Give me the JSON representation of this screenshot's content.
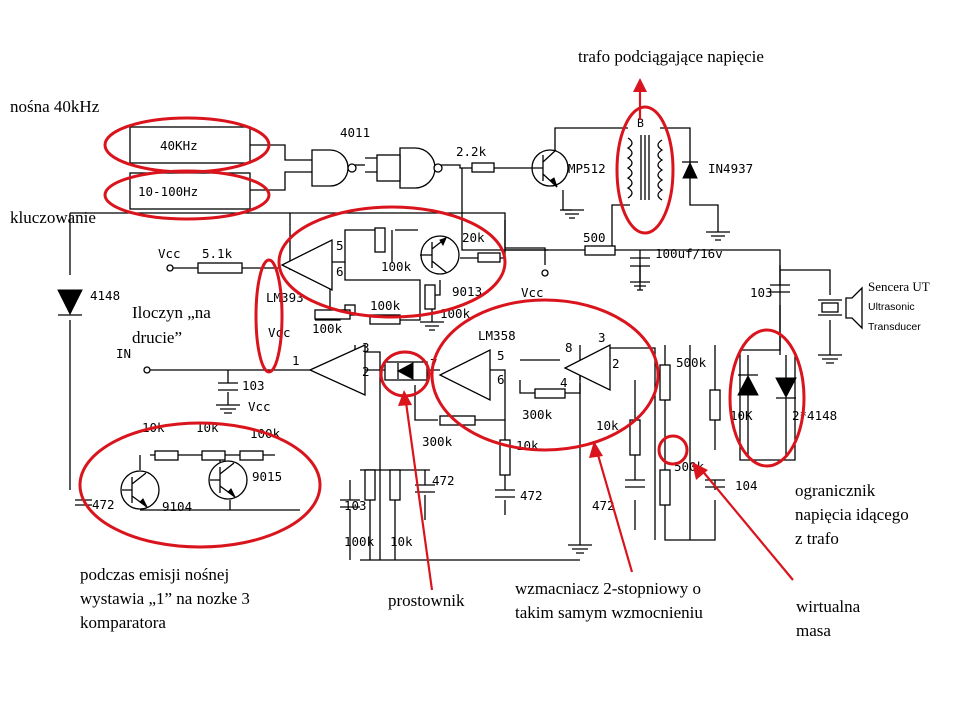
{
  "annotations": {
    "carrier": "nośna 40kHz",
    "keying": "kluczowanie",
    "wired_and_1": "Iloczyn „na",
    "wired_and_2": "drucie”",
    "transformer": "trafo podciągające napięcie",
    "limiter_1": "ogranicznik",
    "limiter_2": "napięcia idącego",
    "limiter_3": "z trafo",
    "emission_1": "podczas emisji nośnej",
    "emission_2": "wystawia „1” na nozke 3",
    "emission_3": "komparatora",
    "rectifier": "prostownik",
    "amplifier_1": "wzmacniacz 2-stopniowy o",
    "amplifier_2": "takim samym wzmocnieniu",
    "virtual_gnd_1": "wirtualna",
    "virtual_gnd_2": "masa",
    "sensor_1": "Sencera UT",
    "sensor_2": "Ultrasonic",
    "sensor_3": "Transducer"
  },
  "labels": {
    "osc1": "40KHz",
    "osc2": "10-100Hz",
    "gate": "4011",
    "r_2k2": "2.2k",
    "q_mp512": "MP512",
    "t_b": "B",
    "d_in4937": "IN4937",
    "vcc1": "Vcc",
    "r_5k1": "5.1k",
    "lm393": "LM393",
    "vcc_lm": "Vcc",
    "pin5a": "5",
    "pin6a": "6",
    "r_100k_a": "100k",
    "r_20k": "20k",
    "q_9013": "9013",
    "r_100k_b": "100k",
    "r_100k_c": "100k",
    "r_100k_d": "100k",
    "vcc2": "Vcc",
    "r_500": "500",
    "c_100uf": "100uf/16v",
    "c_103a": "103",
    "d_4148": "4148",
    "in": "IN",
    "pin1": "1",
    "pin3a": "3",
    "pin2a": "2",
    "c_103b": "103",
    "vcc3": "Vcc",
    "pin7": "7",
    "lm358": "LM358",
    "pin5b": "5",
    "pin6b": "6",
    "pin8": "8",
    "pin3b": "3",
    "pin2b": "2",
    "pin4": "4",
    "r_300k_a": "300k",
    "r_300k_b": "300k",
    "r_10k_a": "10k",
    "r_10k_b": "10k",
    "r_500k_a": "500k",
    "r_500k_b": "500k",
    "r_10k_c": "10K",
    "d_2x4148": "2*4148",
    "c_104": "104",
    "c_472a": "472",
    "c_472b": "472",
    "c_472c": "472",
    "c_472d": "472",
    "c_103c": "103",
    "r_100k_e": "100k",
    "r_10k_d": "10k",
    "r_10k_e": "10k",
    "r_10k_f": "10k",
    "r_100k_f": "100k",
    "q_9015": "9015",
    "q_9104": "9104"
  },
  "colors": {
    "annotation": "#d9141c",
    "wire": "#000000"
  }
}
